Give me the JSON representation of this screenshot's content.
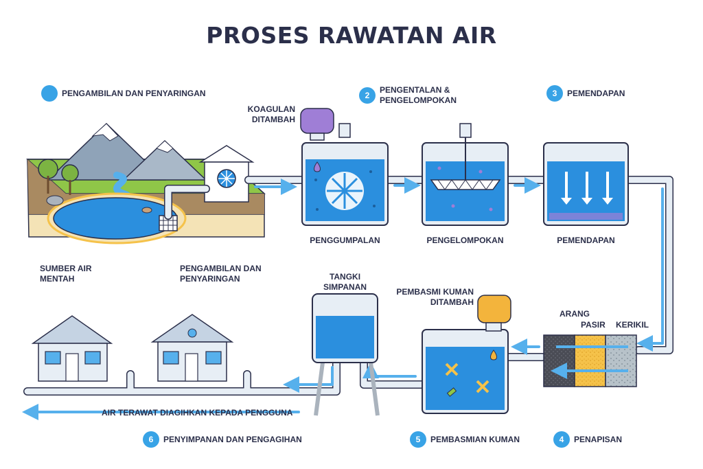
{
  "title": "PROSES RAWATAN AIR",
  "steps": [
    {
      "number": "",
      "label": "PENGAMBILAN DAN PENYARINGAN"
    },
    {
      "number": "2",
      "label": "PENGENTALAN &\nPENGELOMPOKAN"
    },
    {
      "number": "3",
      "label": "PEMENDAPAN"
    },
    {
      "number": "4",
      "label": "PENAPISAN"
    },
    {
      "number": "5",
      "label": "PEMBASMIAN KUMAN"
    },
    {
      "number": "6",
      "label": "PENYIMPANAN DAN PENGAGIHAN"
    }
  ],
  "labels": {
    "coagulant": "KOAGULAN\nDITAMBAH",
    "raw_water": "SUMBER AIR\nMENTAH",
    "intake": "PENGAMBILAN DAN\nPENYARINGAN",
    "coagulation": "PENGGUMPALAN",
    "flocculation": "PENGELOMPOKAN",
    "sedimentation": "PEMENDAPAN",
    "charcoal": "ARANG",
    "sand": "PASIR",
    "gravel": "KERIKIL",
    "disinfectant": "PEMBASMI KUMAN\nDITAMBAH",
    "storage_tank": "TANGKI\nSIMPANAN",
    "distribution": "AIR TERAWAT DIAGIHKAN KEPADA PENGGUNA"
  },
  "colors": {
    "water": "#2b8fde",
    "water_light": "#56b0ec",
    "pipe": "#e7eef5",
    "outline": "#2b2f4a",
    "accent": "#38a3e6",
    "grass": "#8fc648",
    "soil": "#a98a62",
    "sand": "#f4e3b6",
    "filter_sand": "#f5c24a",
    "charcoal": "#4a4c55",
    "gravel": "#b7c2c9",
    "coagulant_tank": "#9f7ed6",
    "disinfectant_tank": "#f3b43c"
  }
}
